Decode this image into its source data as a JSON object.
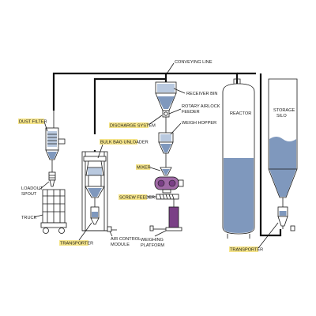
{
  "labels": {
    "conveying_line": "CONVEYING LINE",
    "receiver_bin": "RECEIVER BIN",
    "rotary_airlock_1": "ROTARY AIRLOCK",
    "rotary_airlock_2": "FEEDER",
    "weigh_hopper": "WEIGH HOPPER",
    "discharge_system": "DISCHARGE SYSTEM",
    "bulk_bag_unloader": "BULK BAG UNLOADER",
    "dust_filter": "DUST FILTER",
    "loadout_spout_1": "LOADOUT",
    "loadout_spout_2": "SPOUT",
    "truck": "TRUCK",
    "transporter_left": "TRANSPORTER",
    "air_control_1": "AIR CONTROL",
    "air_control_2": "MODULE",
    "mixer": "MIXER",
    "screw_feeder": "SCREW FEEDER",
    "weighing_platform_1": "WEIGHING",
    "weighing_platform_2": "PLATFORM",
    "reactor": "REACTOR",
    "storage_silo_1": "STORAGE",
    "storage_silo_2": "SILO",
    "transporter_right": "TRANSPORTER"
  },
  "colors": {
    "material_blue": "#7f98bd",
    "light_blue": "#b9c9df",
    "highlight_yellow": "#f6e58a",
    "line": "#1a1a1a"
  }
}
